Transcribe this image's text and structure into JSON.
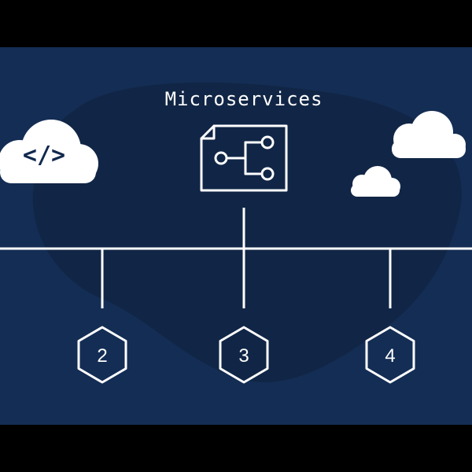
{
  "title": "Microservices",
  "code_glyph": "</>",
  "nodes": [
    {
      "label": "2"
    },
    {
      "label": "3"
    },
    {
      "label": "4"
    }
  ],
  "colors": {
    "frame": "#000000",
    "panel": "#142d54",
    "blob": "#112646",
    "stroke": "#ffffff",
    "cloud": "#ffffff",
    "code": "#12294e"
  },
  "icons": {
    "left_cloud": "cloud-code-icon",
    "document": "service-document-icon",
    "right_clouds": "cloud-icon"
  }
}
